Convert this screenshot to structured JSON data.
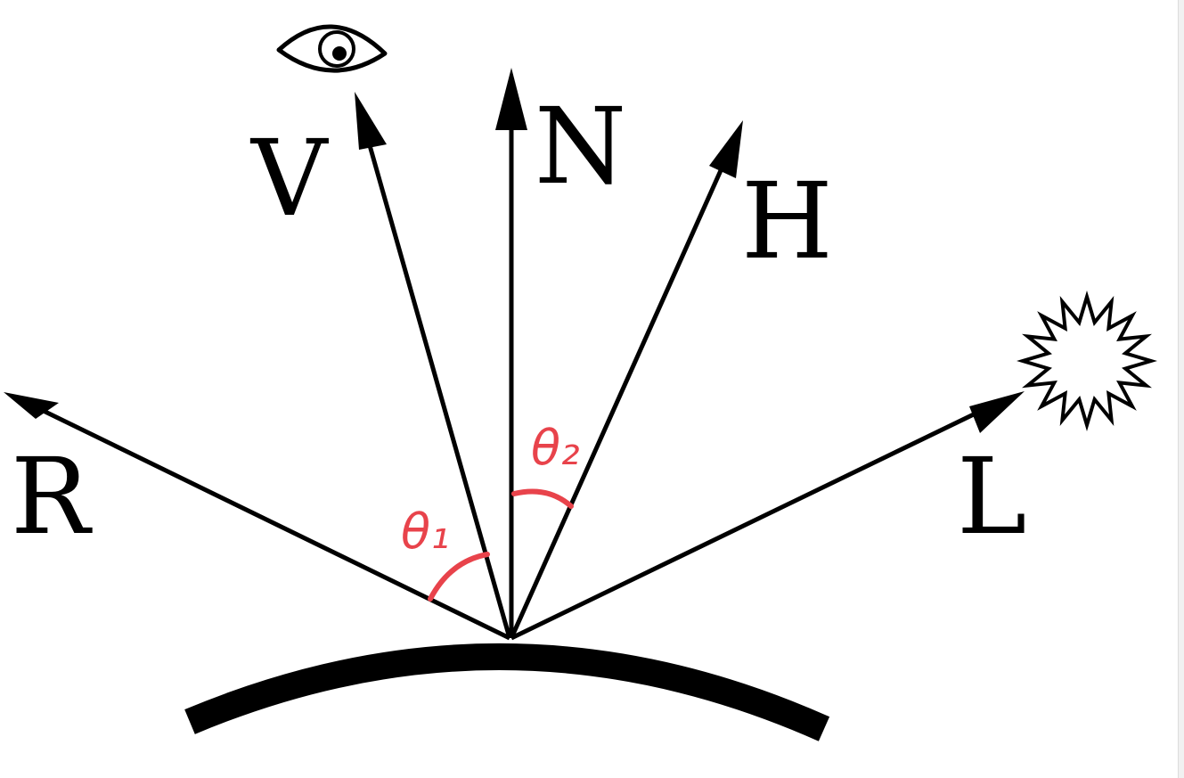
{
  "vectors": {
    "R": "R",
    "V": "V",
    "N": "N",
    "H": "H",
    "L": "L"
  },
  "angles": {
    "theta1": "θ₁",
    "theta2": "θ₂"
  },
  "icons": {
    "viewer": "eye-icon",
    "light": "sun-star-icon"
  },
  "colors": {
    "ink": "#000000",
    "angle": "#e8434b"
  }
}
